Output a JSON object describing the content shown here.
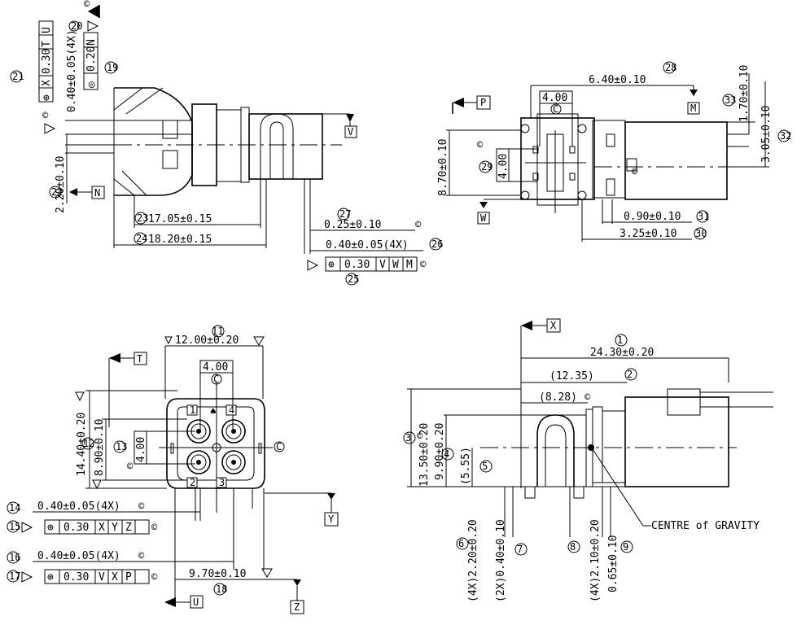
{
  "top_left": {
    "ref_21": "21",
    "ref_20": "20",
    "ref_19": "19",
    "ref_22": "22",
    "ref_23": "23",
    "ref_24": "24",
    "tol_frame": [
      "⊕",
      "0.30",
      "X",
      "U",
      "T"
    ],
    "pos_tol": "0.40±0.05(4X)",
    "flat_frame": [
      "◎",
      "0.20",
      "N"
    ],
    "dim_220": "2.20±0.10",
    "datum_n": "N",
    "datum_v": "V",
    "dim_1705": "17.05±0.15",
    "dim_1820": "18.20±0.15"
  },
  "top_right": {
    "ref_28": "28",
    "ref_33": "33",
    "ref_32": "32",
    "ref_29": "29",
    "ref_31": "31",
    "ref_30": "30",
    "ref_27": "27",
    "ref_26": "26",
    "ref_25": "25",
    "dim_640": "6.40±0.10",
    "box_400": "4.00",
    "box_400_side": "4.00",
    "dim_870": "8.70±0.10",
    "dim_170": "1.70±0.10",
    "dim_305": "3.05±0.10",
    "dim_090": "0.90±0.10",
    "dim_325": "3.25±0.10",
    "dim_025": "0.25±0.10",
    "dim_040": "0.40±0.05(4X)",
    "tol_frame": [
      "⊕",
      "0.30",
      "V",
      "W",
      "M"
    ],
    "datum_p": "P",
    "datum_m": "M",
    "datum_w": "W"
  },
  "bottom_left": {
    "ref_11": "11",
    "ref_12": "12",
    "ref_13": "13",
    "ref_14": "14",
    "ref_15": "15",
    "ref_16": "16",
    "ref_17": "17",
    "ref_18": "18",
    "dim_1200": "12.00±0.20",
    "box_400_top": "4.00",
    "box_400_side": "4.00",
    "dim_1440": "14.40±0.20",
    "dim_890": "8.90±0.10",
    "dim_040_a": "0.40±0.05(4X)",
    "tol_frame_a": [
      "⊕",
      "0.30",
      "X",
      "Y",
      "Z"
    ],
    "dim_040_b": "0.40±0.05(4X)",
    "tol_frame_b": [
      "⊕",
      "0.30",
      "V",
      "X",
      "P"
    ],
    "dim_970": "9.70±0.10",
    "pin_1": "1",
    "pin_2": "2",
    "pin_3": "3",
    "pin_4": "4",
    "datum_t": "T",
    "datum_y": "Y",
    "datum_u": "U",
    "datum_z": "Z"
  },
  "bottom_right": {
    "ref_1": "1",
    "ref_2": "2",
    "ref_3": "3",
    "ref_4": "4",
    "ref_5": "5",
    "ref_6": "6",
    "ref_7": "7",
    "ref_8": "8",
    "ref_9": "9",
    "dim_2430": "24.30±0.20",
    "dim_1235": "(12.35)",
    "dim_828": "(8.28)",
    "dim_1350": "13.50±0.20",
    "dim_990": "9.90±0.20",
    "dim_555": "(5.55)",
    "dim_220": "(4X)2.20±0.20",
    "dim_040": "(2X)0.40±0.10",
    "dim_210": "(4X)2.10±0.20",
    "dim_065": "0.65±0.10",
    "cog": "CENTRE of GRAVITY",
    "datum_x": "X"
  }
}
